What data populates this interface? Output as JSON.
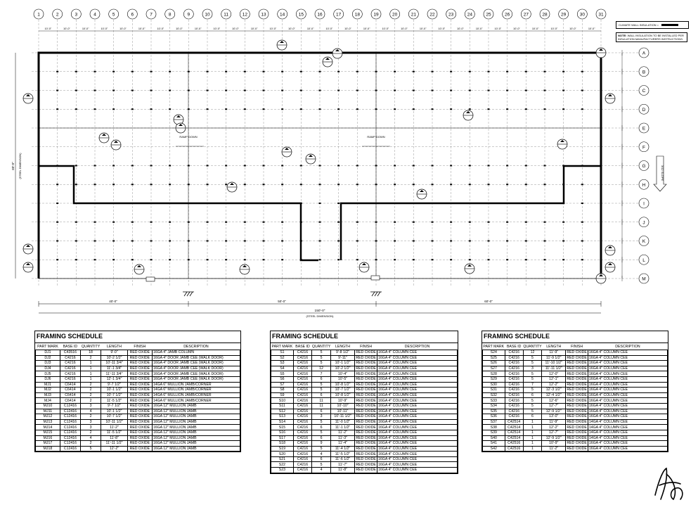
{
  "grid": {
    "columns": [
      "1",
      "2",
      "3",
      "4",
      "5",
      "6",
      "7",
      "8",
      "9",
      "10",
      "11",
      "12",
      "13",
      "14",
      "15",
      "16",
      "17",
      "18",
      "19",
      "20",
      "21",
      "22",
      "23",
      "24",
      "25",
      "26",
      "27",
      "28",
      "29",
      "30",
      "31"
    ],
    "rows": [
      "A",
      "B",
      "C",
      "D",
      "E",
      "F",
      "G",
      "H",
      "I",
      "J",
      "K",
      "L",
      "M"
    ],
    "bay_dimension": "10'-0\""
  },
  "dimensions": {
    "width_segments": [
      "40'-0\"",
      "50'-0\"",
      "60'-0\""
    ],
    "total_width": "150'-0\"",
    "total_width_note": "(STEEL DIMENSION)",
    "height": "60'-0\"",
    "height_note": "(STEEL DIMENSION)"
  },
  "labels": {
    "ramp_down_left": "RAMP DOWN",
    "ramp_down_right": "RAMP DOWN",
    "slope_note": "3/12 SLOPE"
  },
  "legend": {
    "label": "CLIMATE WALL INSULATION ="
  },
  "note": {
    "label": "NOTE:",
    "text": "WALL INSULATION TO BE INSTALLED PER INSULATION MANUFACTURERS INSTRUCTIONS."
  },
  "schedules": [
    {
      "title": "FRAMING SCHEDULE",
      "headers": [
        "PART MARK",
        "BASE ID",
        "QUANTITY",
        "LENGTH",
        "FINISH",
        "DESCRIPTION"
      ],
      "rows": [
        [
          "DJ1",
          "C43516",
          "18",
          "9'-0\"",
          "RED OXIDE",
          "16GA 4\" JAMB COLUMN"
        ],
        [
          "DJ2",
          "C4216",
          "2",
          "10'-2 1/2\"",
          "RED OXIDE",
          "16GA 4\" DOOR JAMB CEE (WALK DOOR)"
        ],
        [
          "DJ3",
          "C4216",
          "1",
          "10'-11 3/4\"",
          "RED OXIDE",
          "16GA 4\" DOOR JAMB CEE (WALK DOOR)"
        ],
        [
          "DJ4",
          "C4216",
          "1",
          "11'-1 3/4\"",
          "RED OXIDE",
          "16GA 4\" DOOR JAMB CEE (WALK DOOR)"
        ],
        [
          "DJ5",
          "C4216",
          "1",
          "11'-11 3/4\"",
          "RED OXIDE",
          "16GA 4\" DOOR JAMB CEE (WALK DOOR)"
        ],
        [
          "DJ6",
          "C4216",
          "1",
          "12'-1 3/4\"",
          "RED OXIDE",
          "16GA 4\" DOOR JAMB CEE (WALK DOOR)"
        ],
        [
          "MJ1",
          "C6414",
          "2",
          "9'-7 1/2\"",
          "RED OXIDE",
          "14GA 6\" MULLION JAMB/CORNER"
        ],
        [
          "MJ2",
          "C6414",
          "2",
          "10'-1 1/2\"",
          "RED OXIDE",
          "14GA 6\" MULLION JAMB/CORNER"
        ],
        [
          "MJ3",
          "C6414",
          "2",
          "10'-7 1/2\"",
          "RED OXIDE",
          "14GA 6\" MULLION JAMB/CORNER"
        ],
        [
          "MJ4",
          "C6414",
          "2",
          "11'-5 1/2\"",
          "RED OXIDE",
          "14GA 6\" MULLION JAMB/CORNER"
        ],
        [
          "MJ10",
          "C12416",
          "3",
          "9'-7 1/2\"",
          "RED OXIDE",
          "16GA 12\" MULLION JAMB"
        ],
        [
          "MJ11",
          "C12416",
          "4",
          "10'-1 1/2\"",
          "RED OXIDE",
          "16GA 12\" MULLION JAMB"
        ],
        [
          "MJ12",
          "C12416",
          "2",
          "10'-7 1/2\"",
          "RED OXIDE",
          "16GA 12\" MULLION JAMB"
        ],
        [
          "MJ13",
          "C12416",
          "3",
          "10'-11 1/2\"",
          "RED OXIDE",
          "16GA 12\" MULLION JAMB"
        ],
        [
          "MJ14",
          "C12416",
          "3",
          "11'-2\"",
          "RED OXIDE",
          "16GA 12\" MULLION JAMB"
        ],
        [
          "MJ15",
          "C12416",
          "2",
          "11'-5 1/2\"",
          "RED OXIDE",
          "16GA 12\" MULLION JAMB"
        ],
        [
          "MJ16",
          "C12416",
          "4",
          "11'-8\"",
          "RED OXIDE",
          "16GA 12\" MULLION JAMB"
        ],
        [
          "MJ17",
          "C12416",
          "2",
          "11'-11 1/2\"",
          "RED OXIDE",
          "16GA 12\" MULLION JAMB"
        ],
        [
          "MJ18",
          "C12416",
          "5",
          "12'-2\"",
          "RED OXIDE",
          "16GA 12\" MULLION JAMB"
        ]
      ]
    },
    {
      "title": "FRAMING SCHEDULE",
      "headers": [
        "PART MARK",
        "BASE ID",
        "QUANTITY",
        "LENGTH",
        "FINISH",
        "DESCRIPTION"
      ],
      "rows": [
        [
          "S1",
          "C4216",
          "5",
          "9'-8 1/2\"",
          "RED OXIDE",
          "16GA 4\" COLUMN CEE"
        ],
        [
          "S2",
          "C4216",
          "5",
          "9'-11\"",
          "RED OXIDE",
          "16GA 4\" COLUMN CEE"
        ],
        [
          "S3",
          "C4216",
          "5",
          "10'-1 1/2\"",
          "RED OXIDE",
          "16GA 4\" COLUMN CEE"
        ],
        [
          "S4",
          "C4216",
          "12",
          "10'-2 1/2\"",
          "RED OXIDE",
          "16GA 4\" COLUMN CEE"
        ],
        [
          "S5",
          "C4216",
          "7",
          "10'-4\"",
          "RED OXIDE",
          "16GA 4\" COLUMN CEE"
        ],
        [
          "S6",
          "C4216",
          "6",
          "10'-5\"",
          "RED OXIDE",
          "16GA 4\" COLUMN CEE"
        ],
        [
          "S7",
          "C4216",
          "5",
          "10'-8 1/2\"",
          "RED OXIDE",
          "16GA 4\" COLUMN CEE"
        ],
        [
          "S8",
          "C4216",
          "5",
          "10'-7 1/2\"",
          "RED OXIDE",
          "16GA 4\" COLUMN CEE"
        ],
        [
          "S9",
          "C4216",
          "6",
          "10'-8 1/2\"",
          "RED OXIDE",
          "16GA 4\" COLUMN CEE"
        ],
        [
          "S10",
          "C4216",
          "11",
          "10'-9\"",
          "RED OXIDE",
          "16GA 4\" COLUMN CEE"
        ],
        [
          "S11",
          "C4216",
          "11",
          "10'-10\"",
          "RED OXIDE",
          "16GA 4\" COLUMN CEE"
        ],
        [
          "S12",
          "C4216",
          "6",
          "10'-11\"",
          "RED OXIDE",
          "16GA 4\" COLUMN CEE"
        ],
        [
          "S13",
          "C4216",
          "3",
          "10'-11 1/2\"",
          "RED OXIDE",
          "16GA 4\" COLUMN CEE"
        ],
        [
          "S14",
          "C4216",
          "5",
          "11'-0 1/2\"",
          "RED OXIDE",
          "16GA 4\" COLUMN CEE"
        ],
        [
          "S15",
          "C4216",
          "6",
          "11'-1 1/2\"",
          "RED OXIDE",
          "16GA 4\" COLUMN CEE"
        ],
        [
          "S16",
          "C4216",
          "5",
          "11'-2\"",
          "RED OXIDE",
          "16GA 4\" COLUMN CEE"
        ],
        [
          "S17",
          "C4216",
          "6",
          "11'-3\"",
          "RED OXIDE",
          "16GA 4\" COLUMN CEE"
        ],
        [
          "S18",
          "C4216",
          "9",
          "11'-4\"",
          "RED OXIDE",
          "16GA 4\" COLUMN CEE"
        ],
        [
          "S19",
          "C4216",
          "5",
          "11'-4 1/2\"",
          "RED OXIDE",
          "16GA 4\" COLUMN CEE"
        ],
        [
          "S20",
          "C4216",
          "4",
          "11'-5 1/2\"",
          "RED OXIDE",
          "16GA 4\" COLUMN CEE"
        ],
        [
          "S21",
          "C4216",
          "6",
          "11'-6 1/2\"",
          "RED OXIDE",
          "16GA 4\" COLUMN CEE"
        ],
        [
          "S22",
          "C4216",
          "5",
          "11'-7\"",
          "RED OXIDE",
          "16GA 4\" COLUMN CEE"
        ],
        [
          "S23",
          "C4216",
          "4",
          "11'-8\"",
          "RED OXIDE",
          "16GA 4\" COLUMN CEE"
        ]
      ]
    },
    {
      "title": "FRAMING SCHEDULE",
      "headers": [
        "PART MARK",
        "BASE ID",
        "QUANTITY",
        "LENGTH",
        "FINISH",
        "DESCRIPTION"
      ],
      "rows": [
        [
          "S24",
          "C4216",
          "12",
          "11'-9\"",
          "RED OXIDE",
          "16GA 4\" COLUMN CEE"
        ],
        [
          "S25",
          "C4216",
          "5",
          "11'-9 1/2\"",
          "RED OXIDE",
          "16GA 4\" COLUMN CEE"
        ],
        [
          "S26",
          "C4216",
          "5",
          "11'-10 1/2\"",
          "RED OXIDE",
          "16GA 4\" COLUMN CEE"
        ],
        [
          "S27",
          "C4216",
          "3",
          "11'-11 1/2\"",
          "RED OXIDE",
          "16GA 4\" COLUMN CEE"
        ],
        [
          "S28",
          "C4216",
          "5",
          "12'-0\"",
          "RED OXIDE",
          "16GA 4\" COLUMN CEE"
        ],
        [
          "S29",
          "C4216",
          "5",
          "12'-1\"",
          "RED OXIDE",
          "16GA 4\" COLUMN CEE"
        ],
        [
          "S30",
          "C4216",
          "7",
          "12'-2\"",
          "RED OXIDE",
          "16GA 4\" COLUMN CEE"
        ],
        [
          "S31",
          "C4216",
          "5",
          "12'-3 1/2\"",
          "RED OXIDE",
          "16GA 4\" COLUMN CEE"
        ],
        [
          "S32",
          "C4216",
          "6",
          "12'-4 1/2\"",
          "RED OXIDE",
          "16GA 4\" COLUMN CEE"
        ],
        [
          "S33",
          "C4216",
          "5",
          "12'-6\"",
          "RED OXIDE",
          "16GA 4\" COLUMN CEE"
        ],
        [
          "S34",
          "C4216",
          "5",
          "12'-7\"",
          "RED OXIDE",
          "16GA 4\" COLUMN CEE"
        ],
        [
          "S35",
          "C4216",
          "5",
          "12'-9 1/2\"",
          "RED OXIDE",
          "16GA 4\" COLUMN CEE"
        ],
        [
          "S36",
          "C4216",
          "6",
          "13'-0\"",
          "RED OXIDE",
          "16GA 4\" COLUMN CEE"
        ],
        [
          "S37",
          "C42514",
          "1",
          "11'-9\"",
          "RED OXIDE",
          "14GA 4\" COLUMN CEE"
        ],
        [
          "S38",
          "C42514",
          "1",
          "12'-2\"",
          "RED OXIDE",
          "14GA 4\" COLUMN CEE"
        ],
        [
          "S39",
          "C42514",
          "1",
          "12'-7\"",
          "RED OXIDE",
          "14GA 4\" COLUMN CEE"
        ],
        [
          "S40",
          "C42514",
          "1",
          "12'-9 1/2\"",
          "RED OXIDE",
          "14GA 4\" COLUMN CEE"
        ],
        [
          "S41",
          "C42516",
          "1",
          "10'-9\"",
          "RED OXIDE",
          "16GA 4\" COLUMN CEE"
        ],
        [
          "S42",
          "C42516",
          "1",
          "11'-2\"",
          "RED OXIDE",
          "16GA 4\" COLUMN CEE"
        ]
      ]
    }
  ]
}
